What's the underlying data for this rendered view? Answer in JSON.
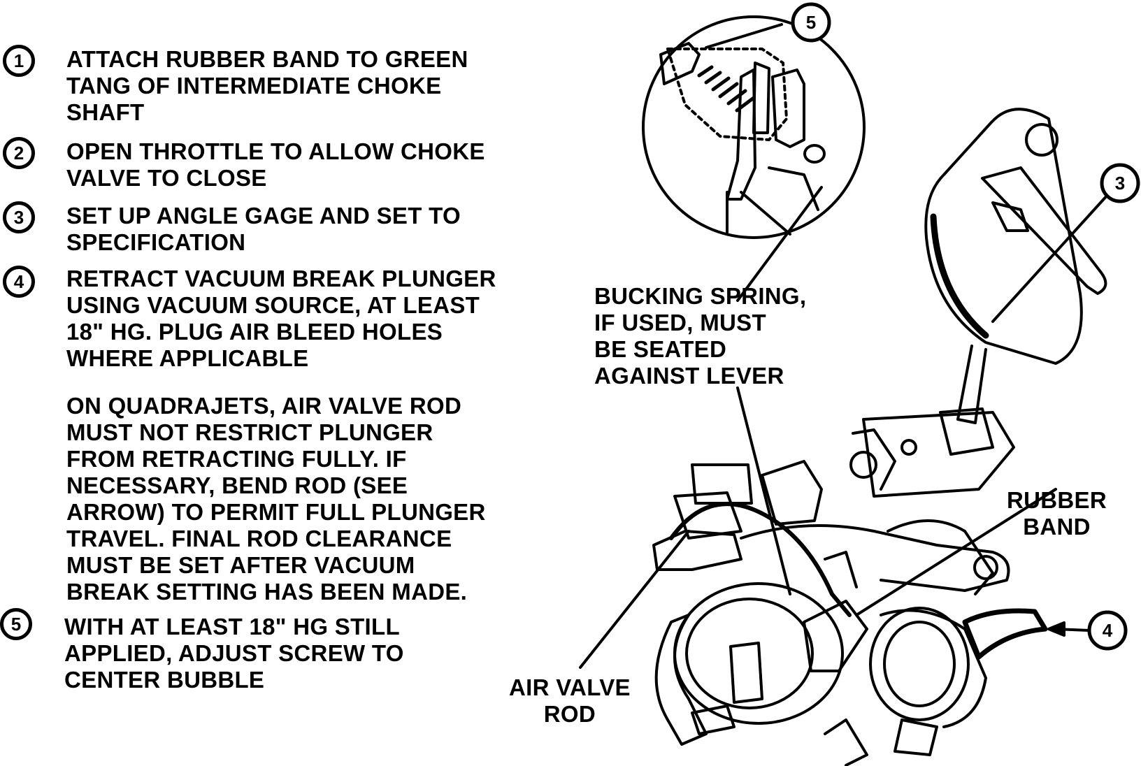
{
  "steps": [
    {
      "number": "1",
      "lines": [
        "ATTACH RUBBER BAND TO GREEN",
        "TANG OF INTERMEDIATE CHOKE",
        "SHAFT"
      ]
    },
    {
      "number": "2",
      "lines": [
        "OPEN THROTTLE TO ALLOW CHOKE",
        "VALVE TO CLOSE"
      ]
    },
    {
      "number": "3",
      "lines": [
        "SET UP ANGLE GAGE AND SET TO",
        "SPECIFICATION"
      ]
    },
    {
      "number": "4",
      "lines": [
        "RETRACT VACUUM BREAK PLUNGER",
        "USING VACUUM SOURCE, AT LEAST",
        "18\" HG. PLUG AIR BLEED HOLES",
        "WHERE APPLICABLE"
      ]
    },
    {
      "number": "",
      "lines": [
        "ON QUADRAJETS, AIR VALVE ROD",
        "MUST NOT RESTRICT PLUNGER",
        "FROM RETRACTING FULLY. IF",
        "NECESSARY, BEND ROD (SEE",
        "ARROW) TO PERMIT FULL PLUNGER",
        "TRAVEL. FINAL ROD CLEARANCE",
        "MUST BE SET AFTER VACUUM",
        "BREAK SETTING HAS BEEN MADE."
      ]
    },
    {
      "number": "5",
      "lines": [
        "WITH AT LEAST 18\" HG STILL",
        "APPLIED, ADJUST SCREW TO",
        "CENTER BUBBLE"
      ]
    }
  ],
  "labels": {
    "bucking_spring": [
      "BUCKING SPRING,",
      "IF USED, MUST",
      "BE SEATED",
      "AGAINST LEVER"
    ],
    "rubber_band": [
      "RUBBER",
      "BAND"
    ],
    "air_valve_rod": [
      "AIR VALVE",
      "ROD"
    ]
  },
  "callouts": {
    "c5": "5",
    "c3": "3",
    "c4": "4"
  }
}
